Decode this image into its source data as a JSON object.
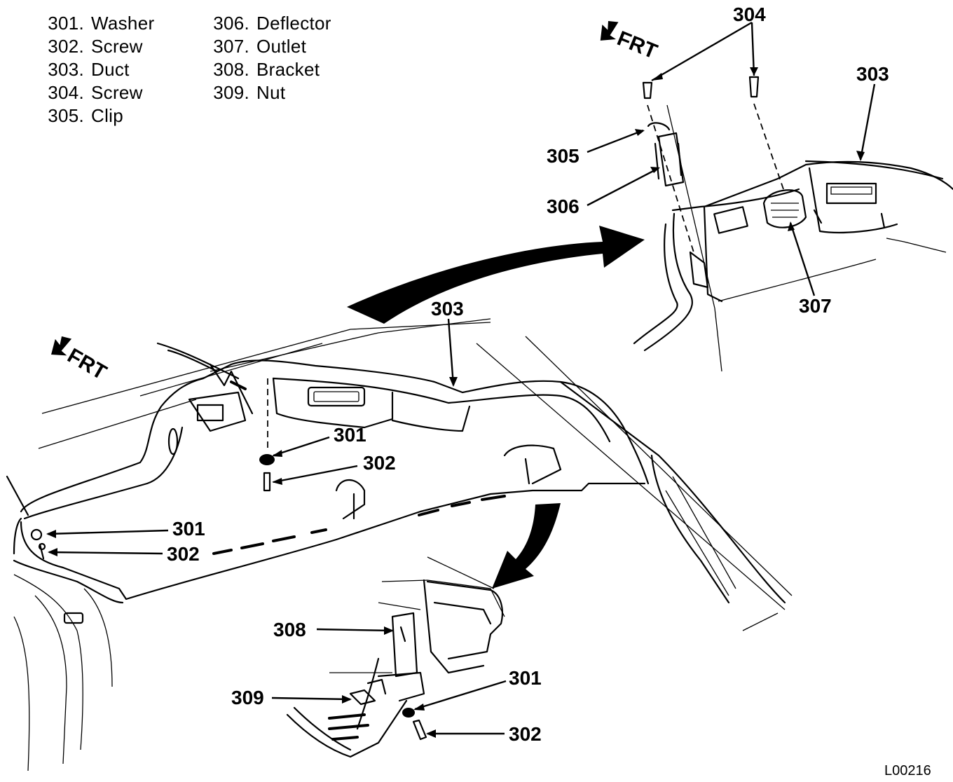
{
  "legend": {
    "left_column": [
      {
        "num": "301.",
        "name": "Washer"
      },
      {
        "num": "302.",
        "name": "Screw"
      },
      {
        "num": "303.",
        "name": "Duct"
      },
      {
        "num": "304.",
        "name": "Screw"
      },
      {
        "num": "305.",
        "name": "Clip"
      }
    ],
    "right_column": [
      {
        "num": "306.",
        "name": "Deflector"
      },
      {
        "num": "307.",
        "name": "Outlet"
      },
      {
        "num": "308.",
        "name": "Bracket"
      },
      {
        "num": "309.",
        "name": "Nut"
      }
    ]
  },
  "direction_labels": {
    "top_right": "FRT",
    "left": "FRT"
  },
  "callouts": {
    "inset_top_304": "304",
    "inset_303": "303",
    "inset_305": "305",
    "inset_306": "306",
    "inset_307": "307",
    "main_303": "303",
    "main_301_center": "301",
    "main_302_center": "302",
    "main_301_left": "301",
    "main_302_left": "302",
    "bottom_308": "308",
    "bottom_309": "309",
    "bottom_301": "301",
    "bottom_302": "302"
  },
  "figure_code": "L00216"
}
